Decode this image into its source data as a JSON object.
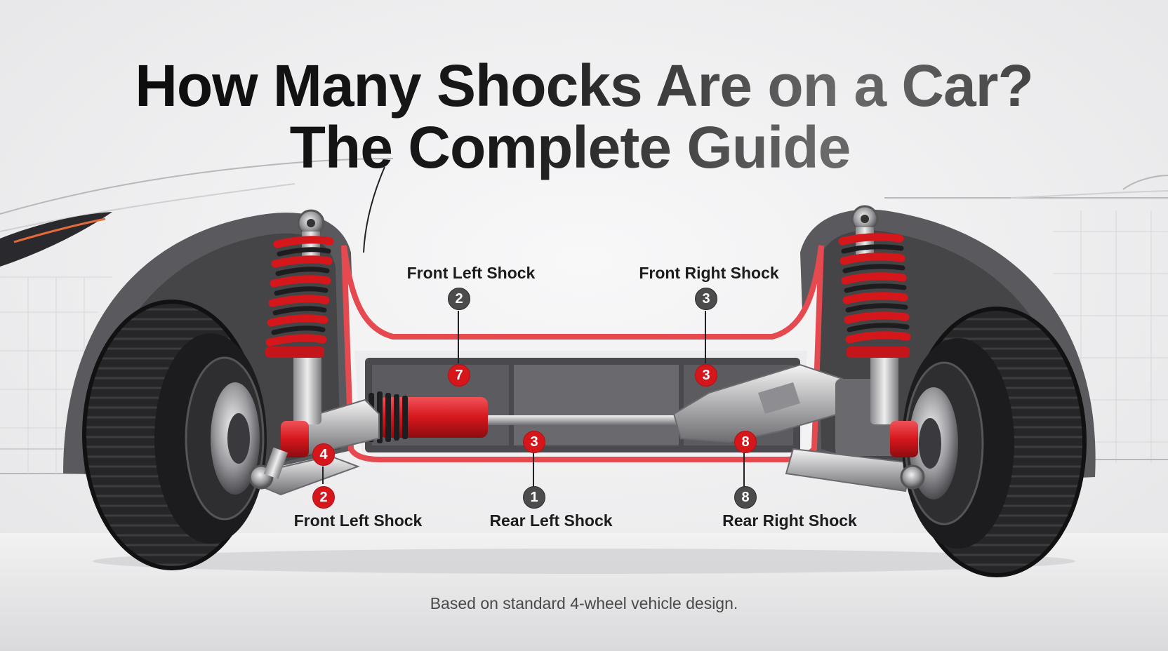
{
  "title": {
    "line1": "How Many Shocks Are on a Car?",
    "line2": "The Complete Guide"
  },
  "labels": {
    "front_left_top": "Front Left Shock",
    "front_right_top": "Front Right Shock",
    "front_left_bottom": "Front Left Shock",
    "rear_left": "Rear Left Shock",
    "rear_right": "Rear Right Shock"
  },
  "badges": {
    "front_left_top": "2",
    "front_right_top": "3",
    "center_left": "7",
    "center_right": "3",
    "axle_mid": "3",
    "left_lower_a": "4",
    "left_lower_b": "2",
    "axle_right": "8",
    "rear_left": "1",
    "rear_right": "8"
  },
  "footnote": "Based on standard 4-wheel vehicle design.",
  "colors": {
    "accent_red": "#d5171c",
    "badge_gray": "#4c4c4c",
    "background": "#f1f1f2"
  }
}
